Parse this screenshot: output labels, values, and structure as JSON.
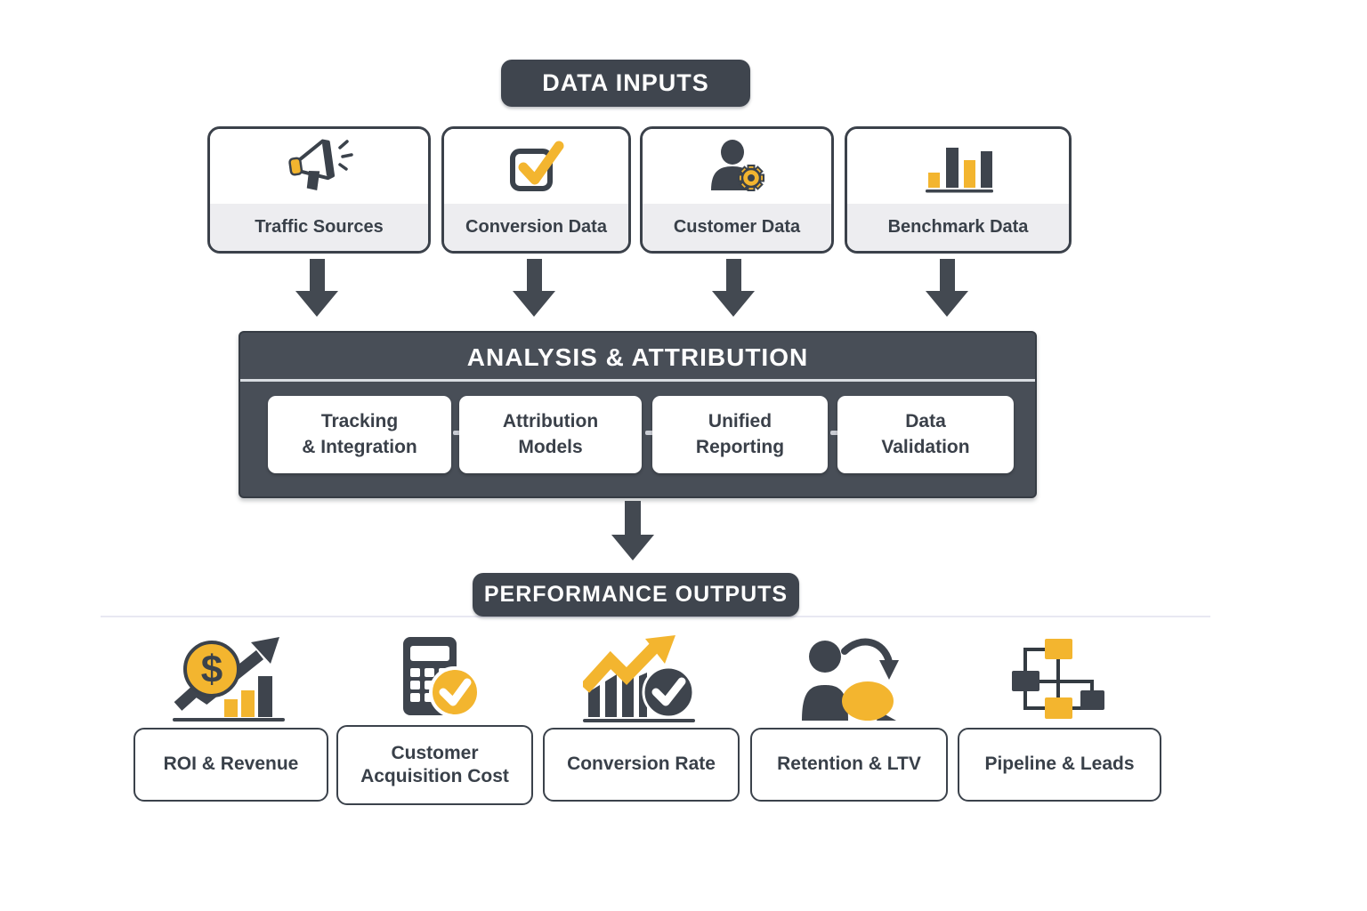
{
  "colors": {
    "dark_slate": "#3f454e",
    "amber": "#f3b52f",
    "label_strip": "#ededf0",
    "text_dark": "#394049"
  },
  "inputs_header": {
    "title": "DATA INPUTS"
  },
  "inputs": [
    {
      "label": "Traffic Sources",
      "icon": "megaphone-icon"
    },
    {
      "label": "Conversion Data",
      "icon": "checkbox-check-icon"
    },
    {
      "label": "Customer Data",
      "icon": "user-gear-icon"
    },
    {
      "label": "Benchmark Data",
      "icon": "bar-chart-icon"
    }
  ],
  "analysis": {
    "title": "ANALYSIS & ATTRIBUTION",
    "steps": [
      {
        "line1": "Tracking",
        "line2": "& Integration"
      },
      {
        "line1": "Attribution",
        "line2": "Models"
      },
      {
        "line1": "Unified",
        "line2": "Reporting"
      },
      {
        "line1": "Data",
        "line2": "Validation"
      }
    ]
  },
  "outputs_header": {
    "title": "PERFORMANCE OUTPUTS"
  },
  "outputs": [
    {
      "label": "ROI & Revenue",
      "icon": "coin-growth-icon"
    },
    {
      "line1": "Customer",
      "line2": "Acquisition Cost",
      "icon": "calculator-check-icon"
    },
    {
      "label": "Conversion Rate",
      "icon": "trend-check-icon"
    },
    {
      "label": "Retention & LTV",
      "icon": "user-loop-icon"
    },
    {
      "label": "Pipeline & Leads",
      "icon": "flowchart-nodes-icon"
    }
  ]
}
